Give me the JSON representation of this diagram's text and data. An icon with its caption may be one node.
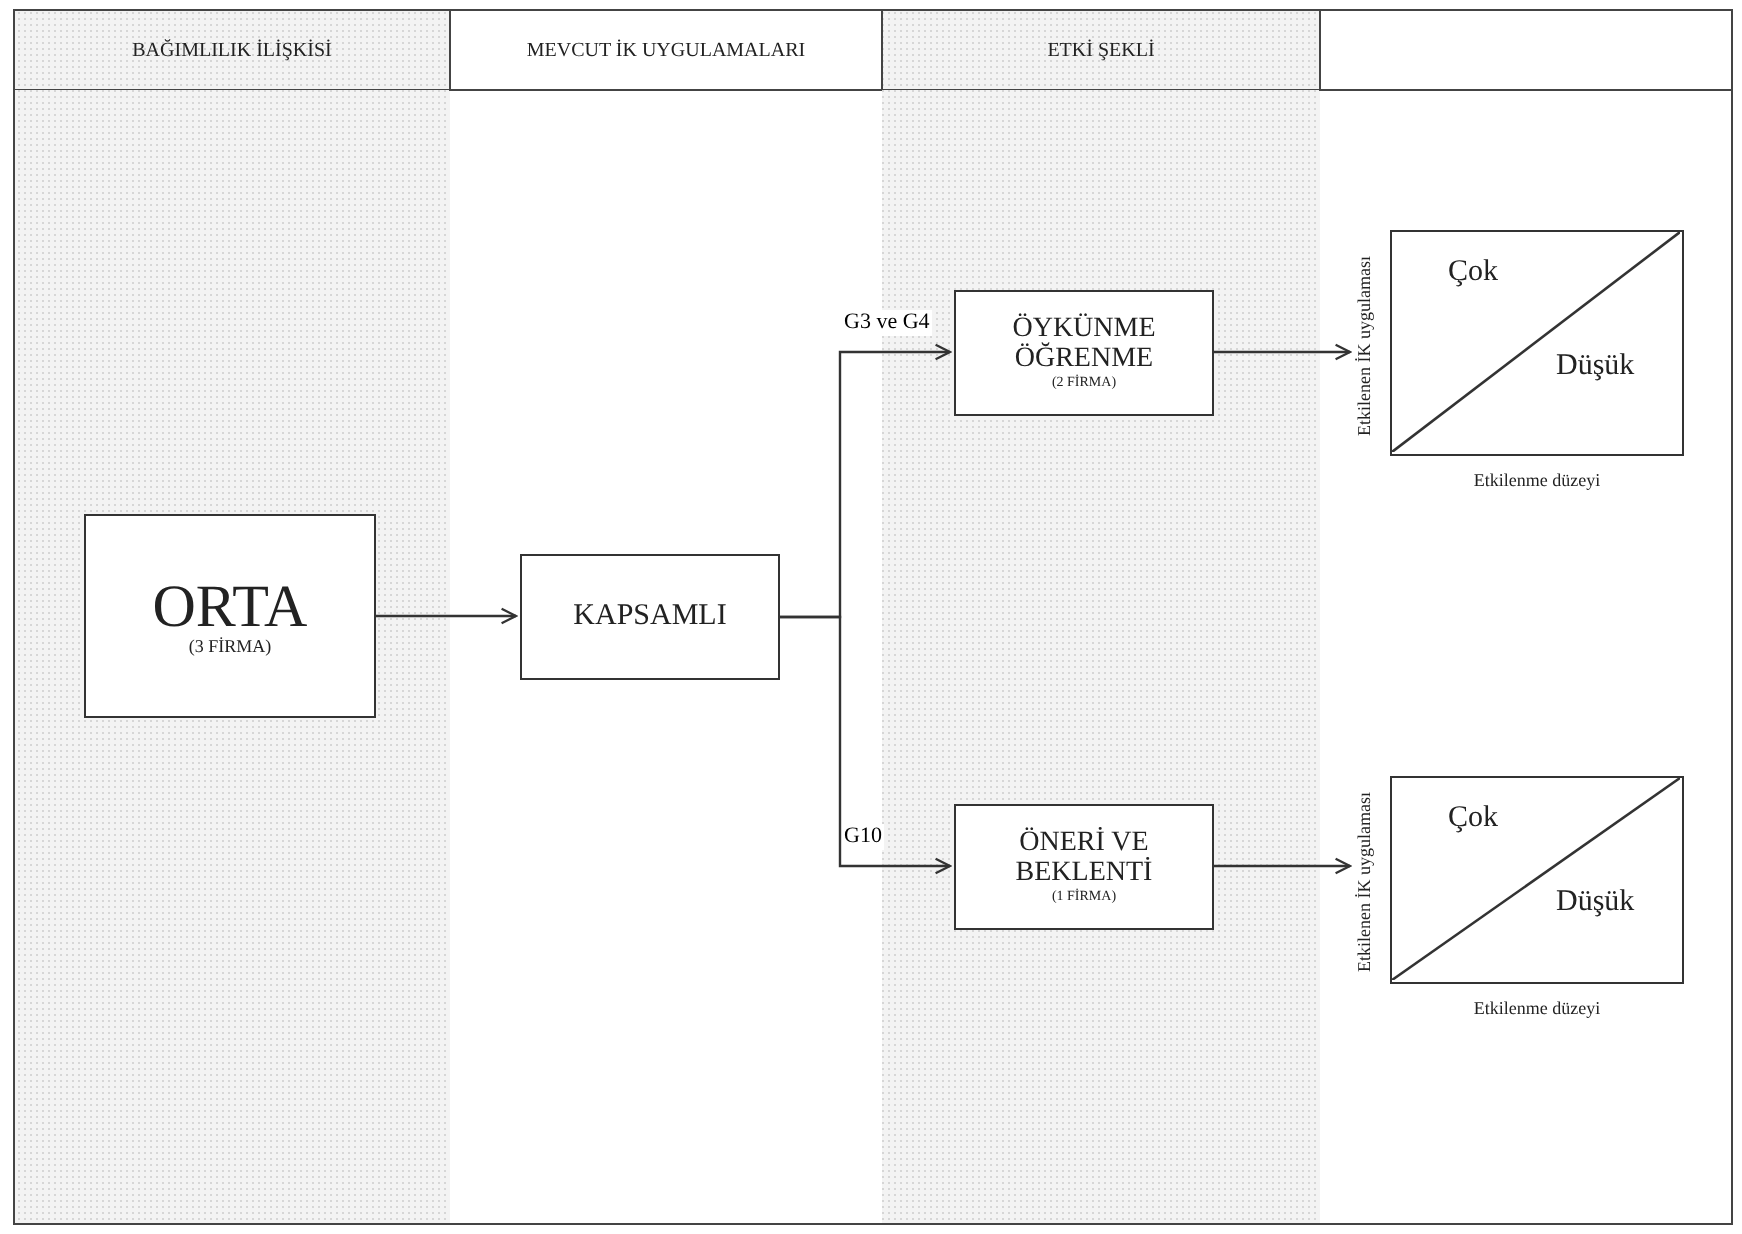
{
  "diagram": {
    "nodes": [
      {
        "text": [
          "ORTA",
          "(3 FİRMA)"
        ]
      },
      {
        "text": [
          "KAPSAMLI"
        ]
      },
      {
        "text": [
          "ÖYKÜNME ÖĞRENME",
          "(2 FİRMA)"
        ]
      },
      {
        "text": [
          "ÖNERİ VE BEKLENTİ",
          "(1 FİRMA)"
        ]
      },
      {
        "text": [
          "Çok",
          "Düşük"
        ],
        "beside": [
          "Etkilenen İK uygulaması",
          "Etkilenme düzeyi"
        ]
      },
      {
        "text": [
          "Çok",
          "Düşük"
        ],
        "beside": [
          "Etkilenen İK uygulaması",
          "Etkilenme düzeyi"
        ]
      }
    ],
    "edges": [
      {
        "from": 0,
        "to": 1,
        "arrow": "to"
      },
      {
        "from": 1,
        "to": 2,
        "label": "G3 ve G4",
        "arrow": "to"
      },
      {
        "from": 1,
        "to": 3,
        "label": "G10",
        "arrow": "to"
      },
      {
        "from": 2,
        "to": 4,
        "arrow": "to"
      },
      {
        "from": 3,
        "to": 5,
        "arrow": "to"
      }
    ],
    "labels": [
      "BAĞIMLILIK İLİŞKİSİ",
      "MEVCUT İK UYGULAMALARI",
      "ETKİ ŞEKLİ"
    ]
  }
}
